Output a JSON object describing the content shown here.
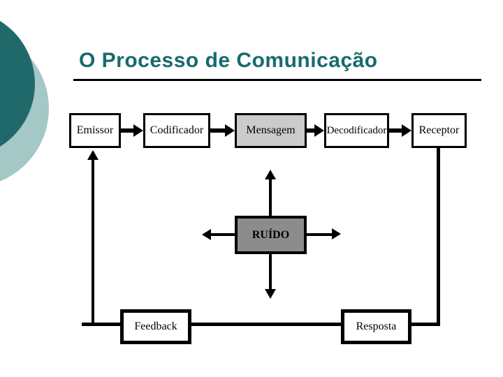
{
  "slide": {
    "title": "O Processo de Comunicação"
  },
  "colors": {
    "title_text": "#186a6e",
    "circle_dark": "#20696b",
    "circle_light": "#a4c8c5",
    "box_fill": "#ffffff",
    "mensagem_fill": "#cbcbcb",
    "ruido_fill": "#8c8c8c",
    "line": "#000000",
    "background": "#ffffff"
  },
  "diagram": {
    "nodes": {
      "emissor": "Emissor",
      "codificador": "Codificador",
      "mensagem": "Mensagem",
      "decodificador": "Decodificador",
      "receptor": "Receptor",
      "ruido": "RUÍDO",
      "feedback": "Feedback",
      "resposta": "Resposta"
    }
  }
}
